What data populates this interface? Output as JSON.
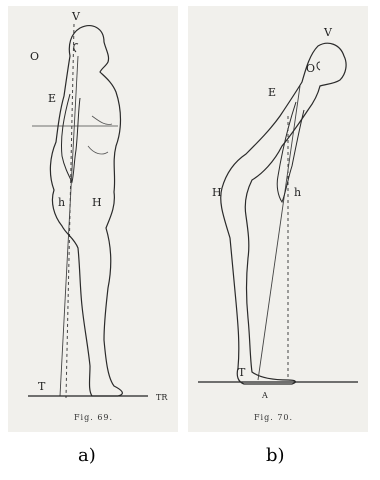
{
  "figures": [
    {
      "caption": "Fig. 69.",
      "sublabel": "a)",
      "point_labels": {
        "v": "V",
        "o": "O",
        "e": "E",
        "h_inner": "h",
        "h_outer": "H",
        "t": "T",
        "signature": "TR"
      }
    },
    {
      "caption": "Fig. 70.",
      "sublabel": "b)",
      "point_labels": {
        "v": "V",
        "o": "O",
        "e": "E",
        "h_outer": "H",
        "h_inner": "h",
        "t": "T",
        "a": "A"
      }
    }
  ],
  "colors": {
    "paper": "#f1f0ec",
    "ink": "#2a2a2a"
  }
}
